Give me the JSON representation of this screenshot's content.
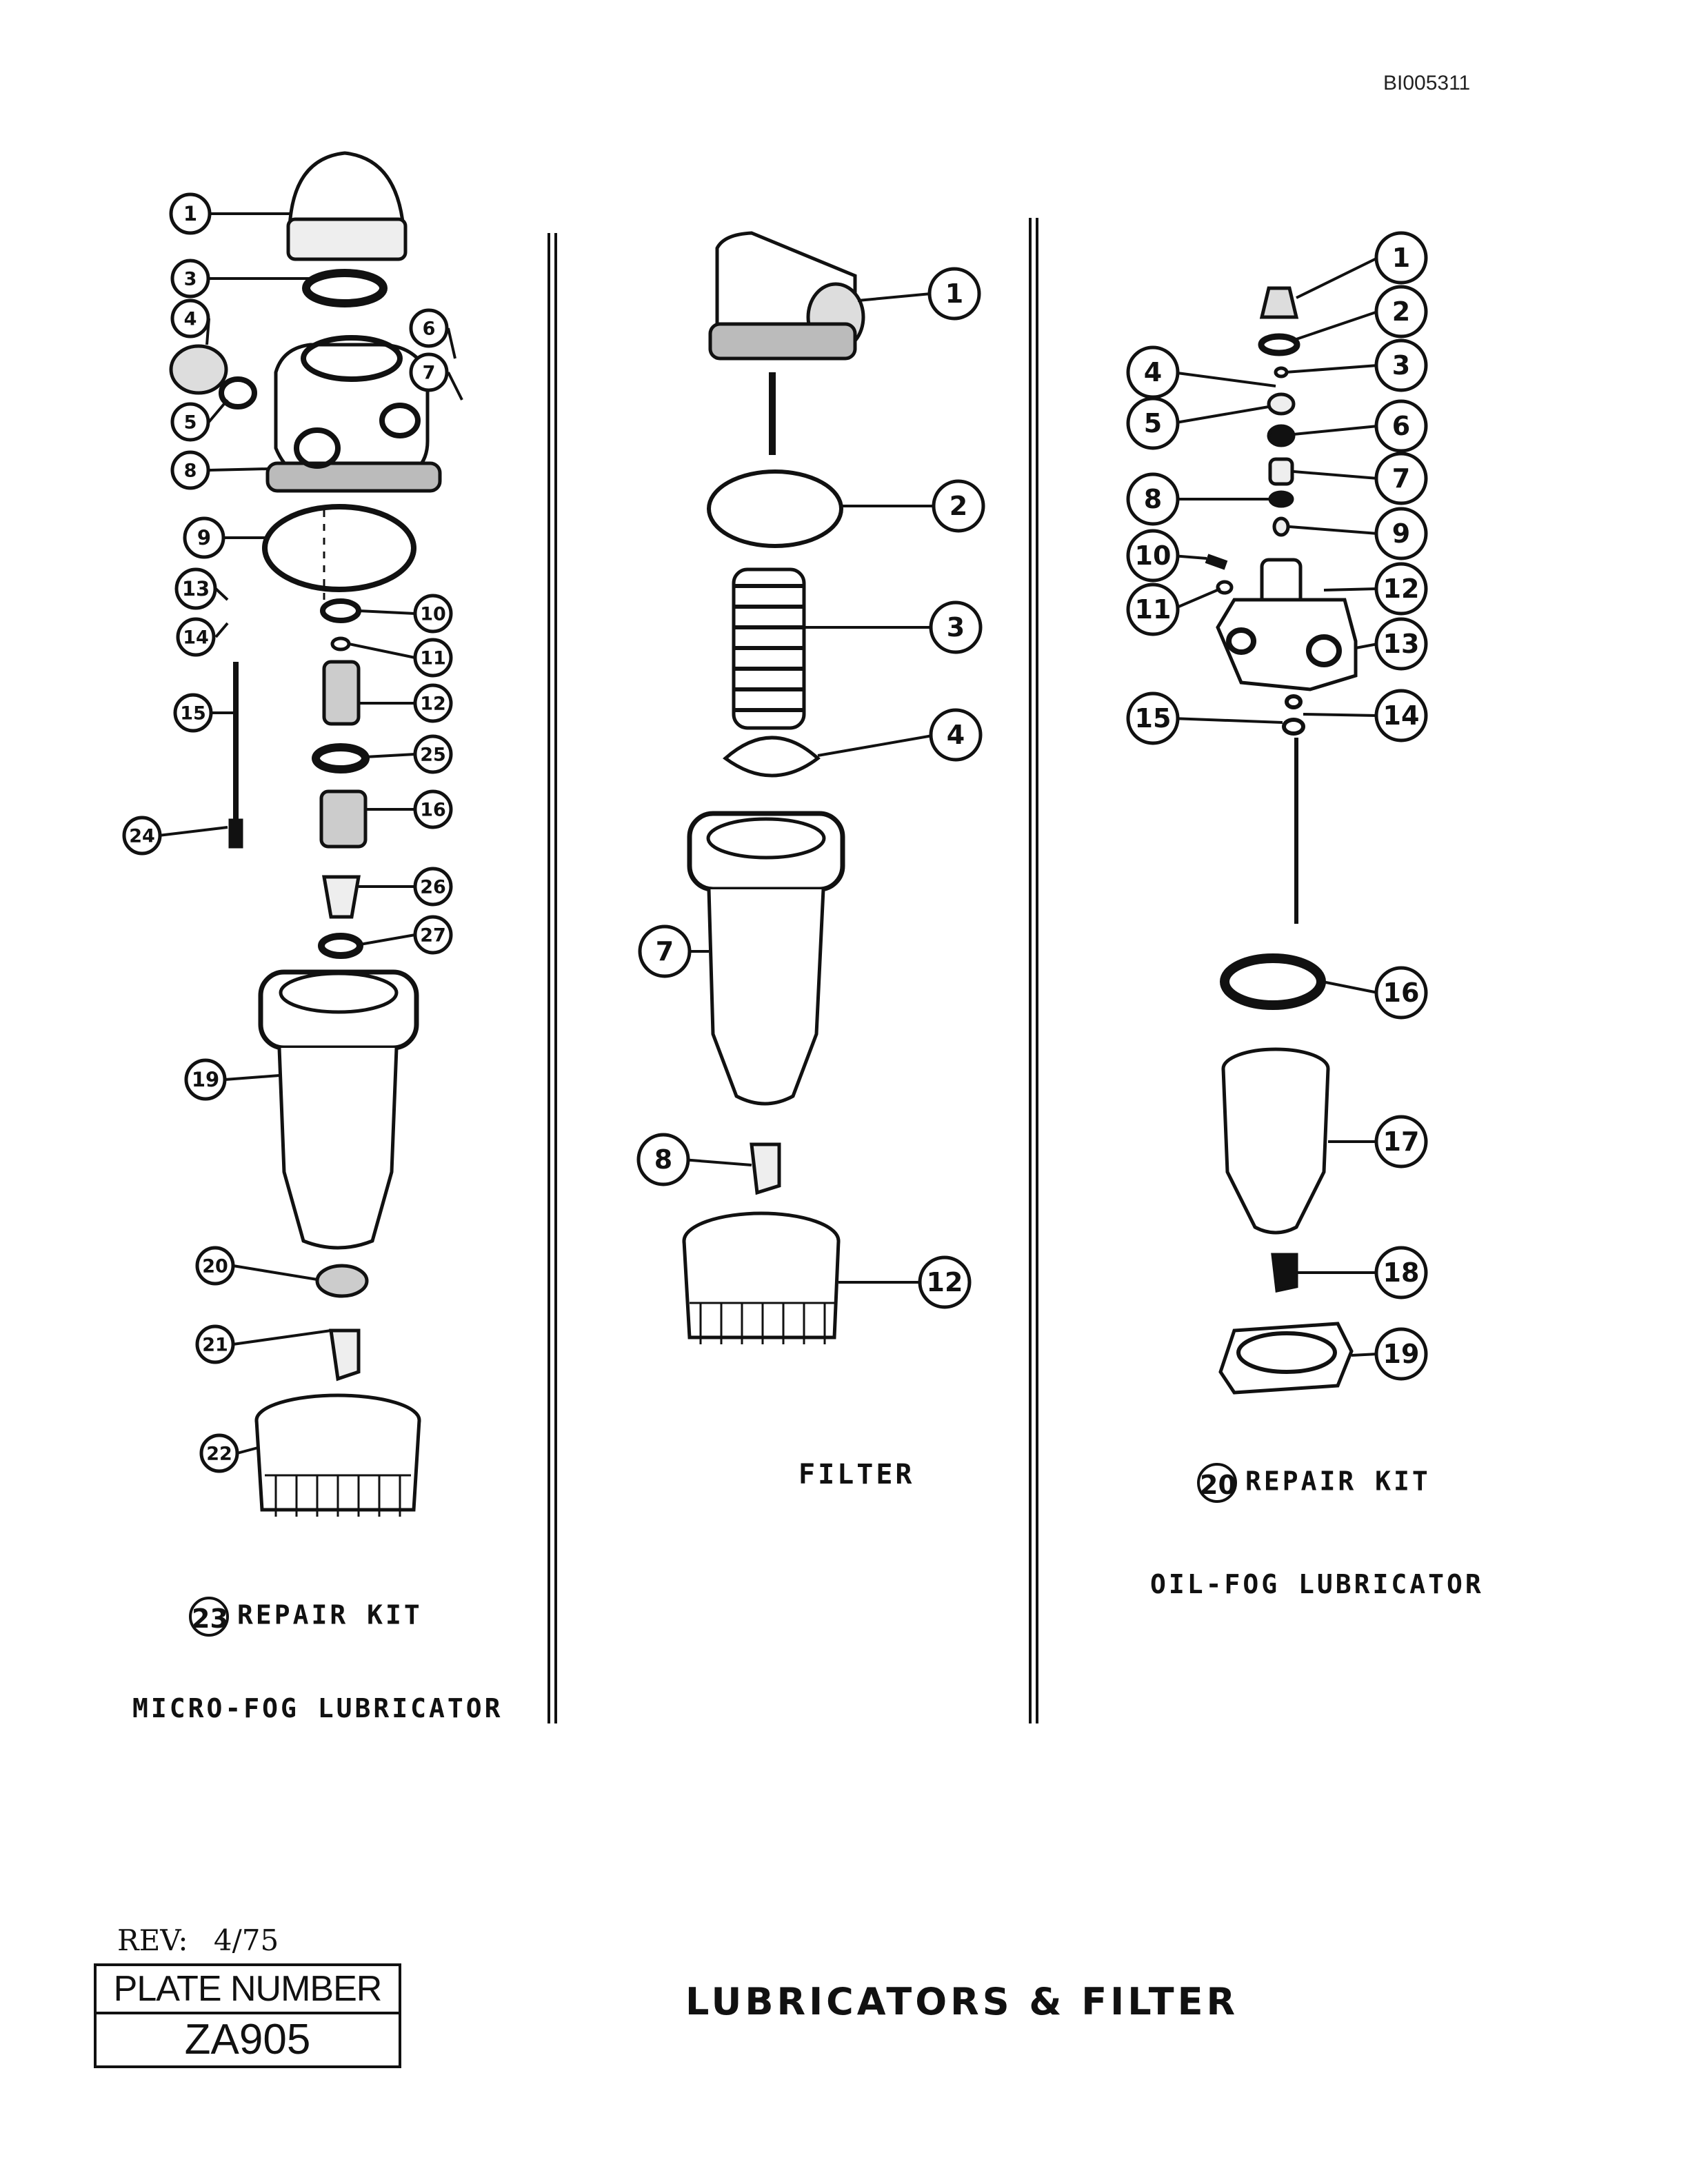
{
  "doc_id": "BI005311",
  "panels": {
    "micro_fog": {
      "caption": "MICRO-FOG LUBRICATOR",
      "repair_kit_num": "23",
      "repair_kit_label": "REPAIR KIT",
      "callouts": [
        "1",
        "3",
        "4",
        "5",
        "8",
        "6",
        "7",
        "9",
        "13",
        "10",
        "14",
        "11",
        "12",
        "25",
        "15",
        "24",
        "16",
        "26",
        "27",
        "19",
        "20",
        "21",
        "22"
      ]
    },
    "filter": {
      "caption": "FILTER",
      "callouts": [
        "1",
        "2",
        "3",
        "4",
        "7",
        "8",
        "12"
      ]
    },
    "oil_fog": {
      "caption": "OIL-FOG LUBRICATOR",
      "repair_kit_num": "20",
      "repair_kit_label": "REPAIR KIT",
      "callouts": [
        "1",
        "2",
        "3",
        "4",
        "5",
        "6",
        "7",
        "8",
        "9",
        "10",
        "12",
        "11",
        "13",
        "15",
        "14",
        "16",
        "17",
        "18",
        "19"
      ]
    }
  },
  "title_block": {
    "rev_label": "REV:",
    "rev_value": "4/75",
    "plate_label": "PLATE NUMBER",
    "plate_number": "ZA905",
    "title": "LUBRICATORS & FILTER"
  }
}
